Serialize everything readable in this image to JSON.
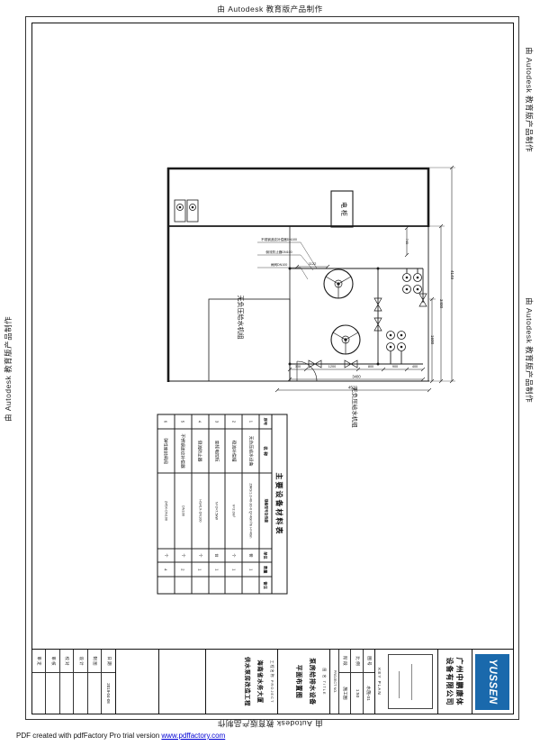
{
  "watermark": {
    "text": "由 Autodesk 教育版产品制作"
  },
  "pdf_footer": {
    "prefix": "PDF created with pdfFactory Pro trial version ",
    "link_text": "www.pdffactory.com"
  },
  "plan": {
    "cabinet_label": "电柜",
    "unit_label_left": "无负压给水机组",
    "unit_label_right": "无负压给水机组",
    "annotations": [
      "不锈钢波纹补偿器DN100",
      "倒流防止器DN100",
      "闸阀DN100"
    ],
    "dims": {
      "right_seg_small": "749",
      "right_mid": "3400",
      "right_total": "4149",
      "right_lower": "1600",
      "top_small": "1122",
      "bottom_segs": [
        "300",
        "1200",
        "800",
        "900",
        "400"
      ],
      "bottom_mid": "3400",
      "bottom_total": "4522"
    }
  },
  "equipment_table": {
    "title": "主要设备材料表",
    "headers": [
      "序号",
      "名  称",
      "规格型号及性能",
      "单位",
      "数量",
      "备注"
    ],
    "rows": [
      [
        "1",
        "无负压给水设备",
        "ZWG/1.0-40-30-II  Q=40m³/h  H=40m",
        "套",
        "1",
        ""
      ],
      [
        "2",
        "稳流补偿罐",
        "V=2.0m³",
        "个",
        "1",
        ""
      ],
      [
        "3",
        "变频电控柜",
        "N=2×7.5kW",
        "台",
        "1",
        ""
      ],
      [
        "4",
        "倒流防止器",
        "HS41X-DN100",
        "个",
        "1",
        ""
      ],
      [
        "5",
        "不锈钢波纹补偿器",
        "DN100",
        "个",
        "2",
        ""
      ],
      [
        "6",
        "弹性座封闸阀",
        "Z45X-DN100",
        "个",
        "4",
        ""
      ]
    ]
  },
  "title_block": {
    "signatures": [
      {
        "label": "日 期",
        "value": "2019-04-08"
      },
      {
        "label": "制 图",
        "value": ""
      },
      {
        "label": "设 计",
        "value": ""
      },
      {
        "label": "校 对",
        "value": ""
      },
      {
        "label": "审 核",
        "value": ""
      },
      {
        "label": "审 定",
        "value": ""
      }
    ],
    "no_label": "图 号",
    "no_value": "水施-01",
    "scale_label": "比 例",
    "scale_value": "1:50",
    "stage_label": "阶 段",
    "stage_value": "施工图",
    "no_label_en": "PROJECT NO.",
    "title_label": "图  名",
    "title_label_en": "TITLE",
    "drawing_title_1": "泵房给排水设备",
    "drawing_title_2": "平面布置图",
    "project_label": "工程名称",
    "project_label_en": "PROJECT",
    "project_name_1": "海南省水务大厦",
    "project_name_2": "供水泵房改造工程",
    "keyplan_label": "KEY PLAN",
    "company_1": "广州中鹏康体",
    "company_2": "设备有限公司",
    "logo_text": "YUSSEN",
    "logo_color": "#1a69ac"
  }
}
